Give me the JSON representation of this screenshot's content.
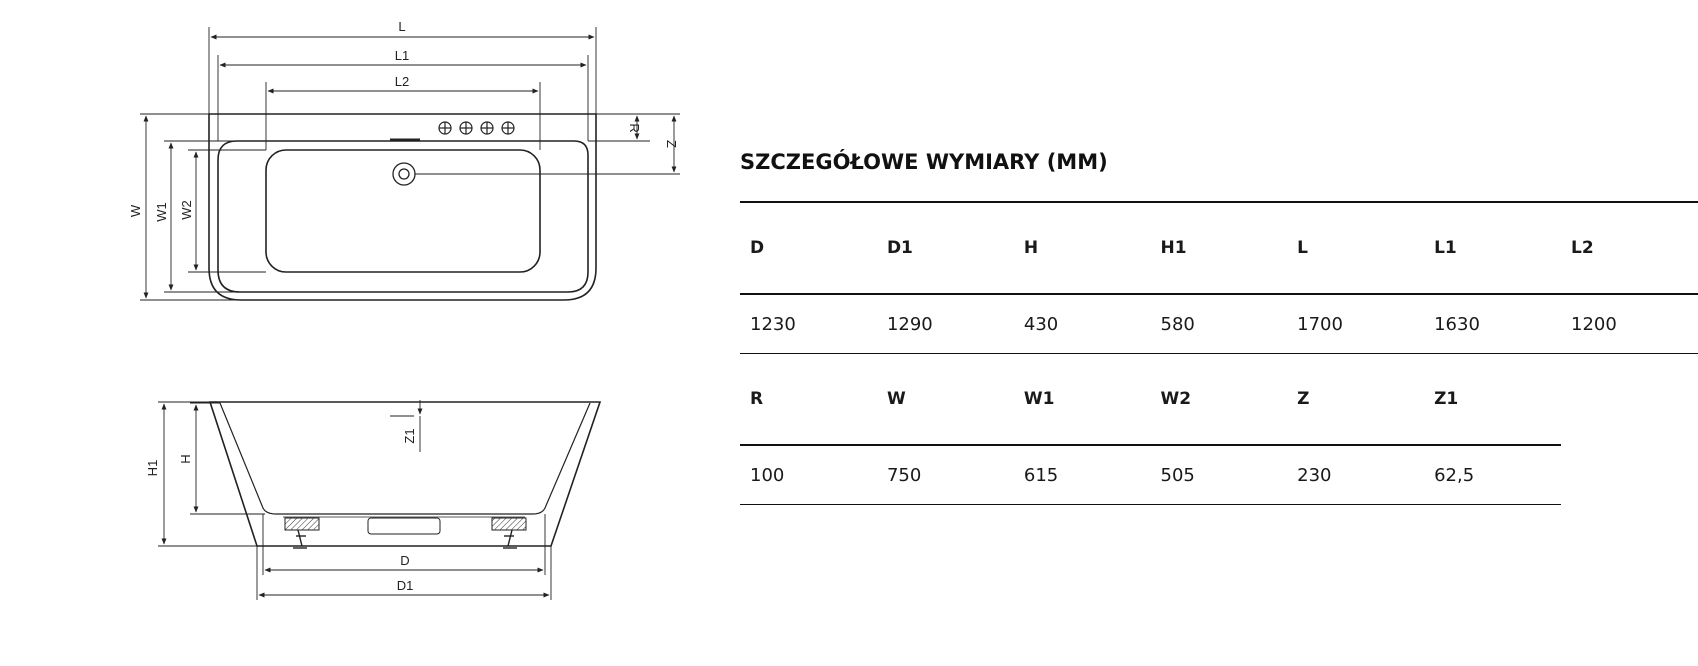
{
  "heading": "SZCZEGÓŁOWE WYMIARY (MM)",
  "drawing_labels": {
    "L": "L",
    "L1": "L1",
    "L2": "L2",
    "W": "W",
    "W1": "W1",
    "W2": "W2",
    "R": "R",
    "Z": "Z",
    "H": "H",
    "H1": "H1",
    "Z1": "Z1",
    "D": "D",
    "D1": "D1"
  },
  "table": {
    "row1": {
      "headers": [
        "D",
        "D1",
        "H",
        "H1",
        "L",
        "L1",
        "L2"
      ],
      "values": [
        "1230",
        "1290",
        "430",
        "580",
        "1700",
        "1630",
        "1200"
      ]
    },
    "row2": {
      "headers": [
        "R",
        "W",
        "W1",
        "W2",
        "Z",
        "Z1"
      ],
      "values": [
        "100",
        "750",
        "615",
        "505",
        "230",
        "62,5"
      ]
    }
  }
}
